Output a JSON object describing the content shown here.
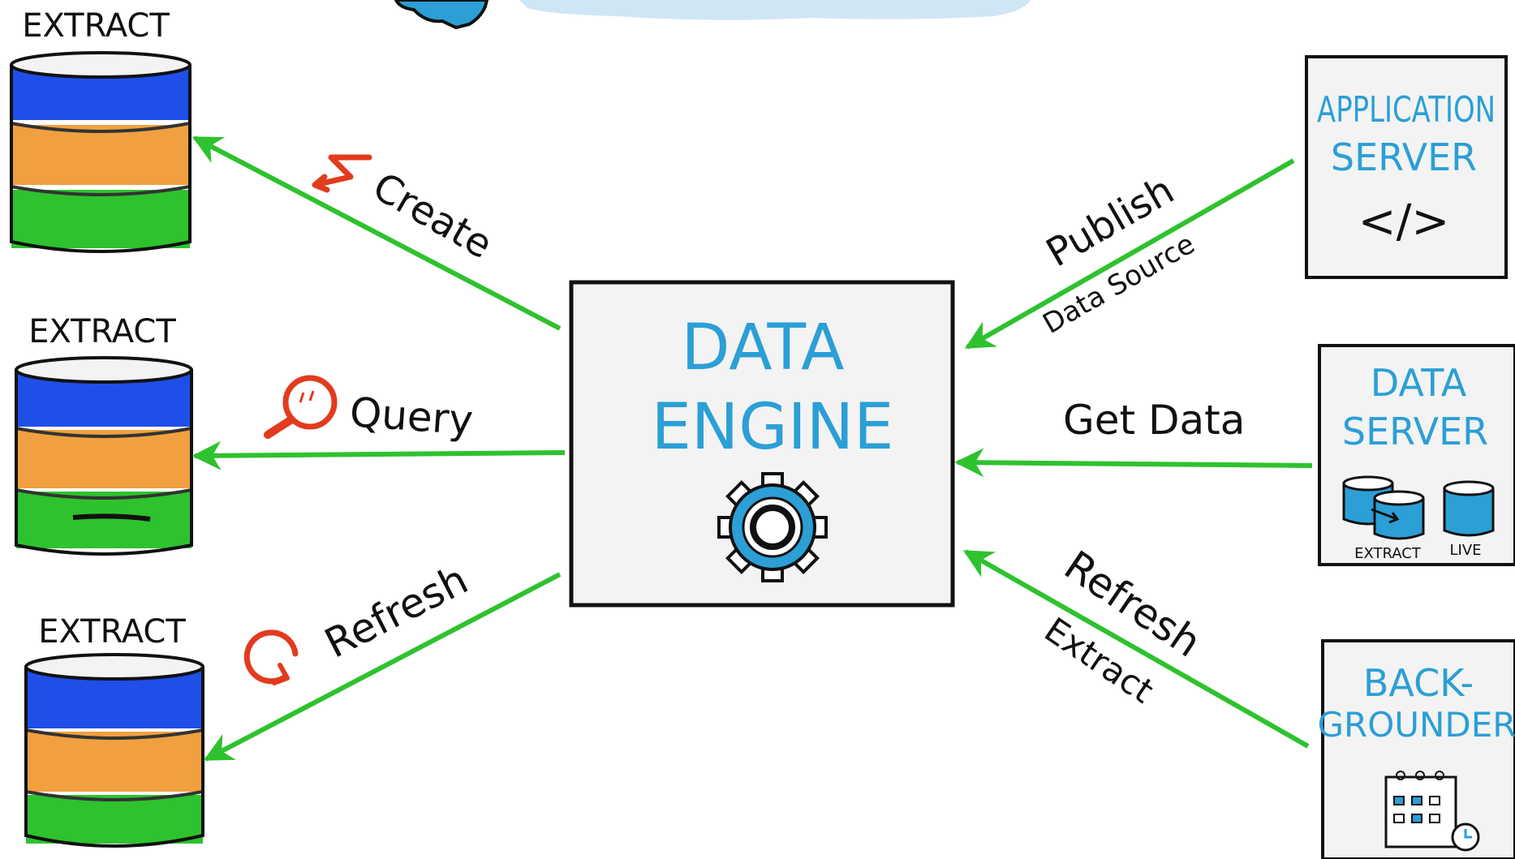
{
  "colors": {
    "arrow": "#2ec22e",
    "box_text": "#2b9fd6",
    "ink": "#111111",
    "accent_red": "#e23b1e",
    "db_blue": "#1f4fe8",
    "db_orange": "#f0a040",
    "db_green": "#2ec22e",
    "cloud": "#cfe6f5"
  },
  "extracts": [
    {
      "label": "EXTRACT"
    },
    {
      "label": "EXTRACT"
    },
    {
      "label": "EXTRACT"
    }
  ],
  "engine": {
    "line1": "DATA",
    "line2": "ENGINE",
    "icon": "gear-icon"
  },
  "left_actions": [
    {
      "label": "Create",
      "icon": "lightning-icon"
    },
    {
      "label": "Query",
      "icon": "magnifier-icon"
    },
    {
      "label": "Refresh",
      "icon": "refresh-icon"
    }
  ],
  "right_actions": [
    {
      "line1": "Publish",
      "line2": "Data Source"
    },
    {
      "line1": "Get Data"
    },
    {
      "line1": "Refresh",
      "line2": "Extract"
    }
  ],
  "servers": [
    {
      "line1": "APPLICATION",
      "line2": "SERVER",
      "icon_text": "</>"
    },
    {
      "line1": "DATA",
      "line2": "SERVER",
      "sub1": "EXTRACT",
      "sub2": "LIVE"
    },
    {
      "line1": "BACK-",
      "line2": "GROUNDER",
      "icon": "calendar-icon"
    }
  ]
}
